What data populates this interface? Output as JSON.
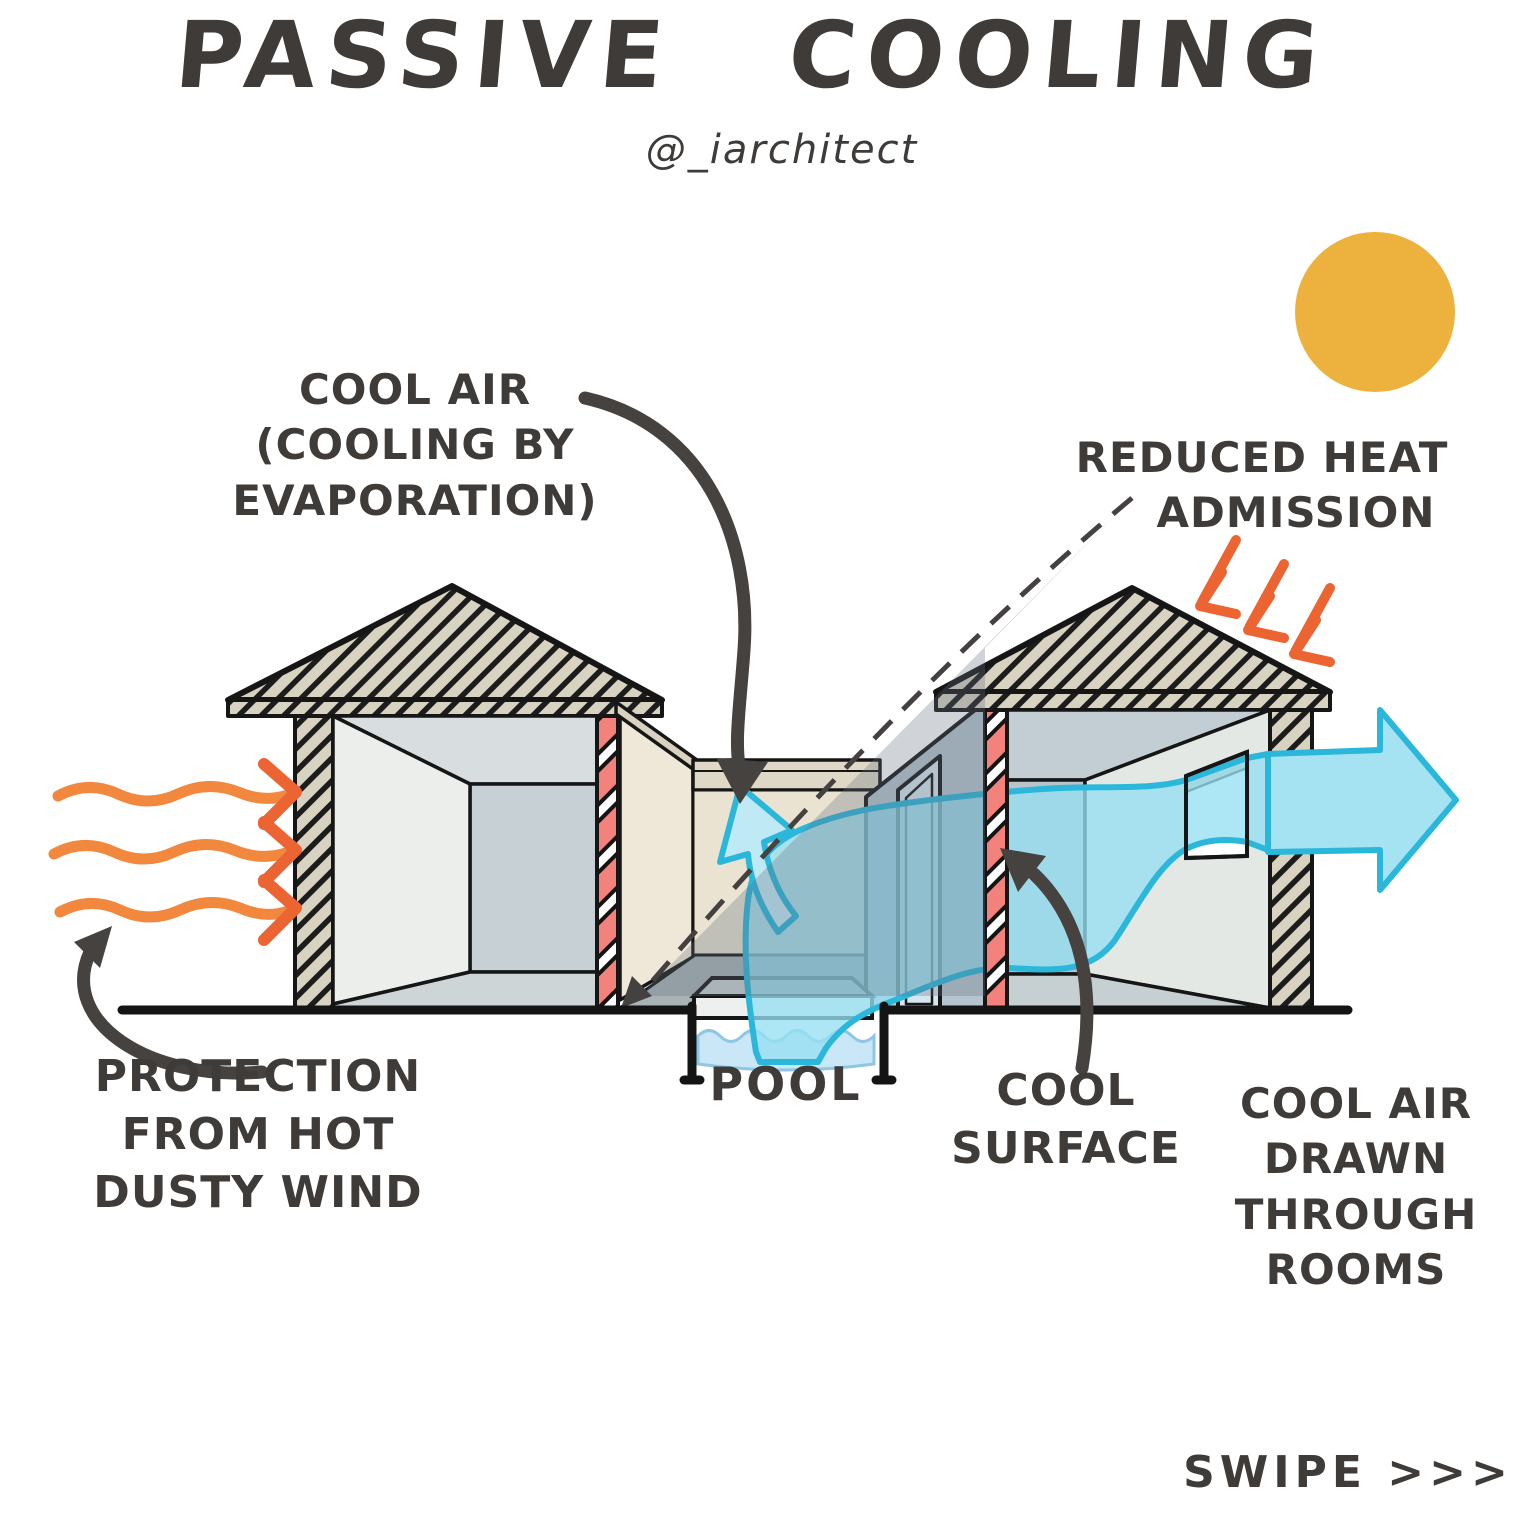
{
  "title": "PASSIVE COOLING",
  "credit": "@_iarchitect",
  "labels": {
    "cool_air_evaporation": {
      "lines": [
        "COOL AIR",
        "(COOLING BY",
        "EVAPORATION)"
      ]
    },
    "reduced_heat": {
      "lines": [
        "REDUCED HEAT",
        "ADMISSION"
      ]
    },
    "protection": {
      "lines": [
        "PROTECTION",
        "FROM HOT",
        "DUSTY WIND"
      ]
    },
    "pool": "POOL",
    "cool_surface": {
      "lines": [
        "COOL",
        "SURFACE"
      ]
    },
    "cool_air_drawn": {
      "lines": [
        "COOL AIR",
        "DRAWN",
        "THROUGH",
        "ROOMS"
      ]
    },
    "swipe": "SWIPE >>>"
  },
  "icons": {
    "sun": "sun-icon",
    "hot_wind": "wavy-arrow-icon",
    "heat_rays": "heat-arrow-icon",
    "air_stream": "airflow-arrow-icon",
    "shade_line": "dashed-line-icon"
  },
  "colors": {
    "ink": "#3E3B39",
    "sun": "#ECB23D",
    "heat": "#F2873E",
    "heat-head": "#ED6433",
    "cool-stroke": "#2BB7DA",
    "cool-fill": "#A5E2F2",
    "wall-red": "#F2827B"
  }
}
